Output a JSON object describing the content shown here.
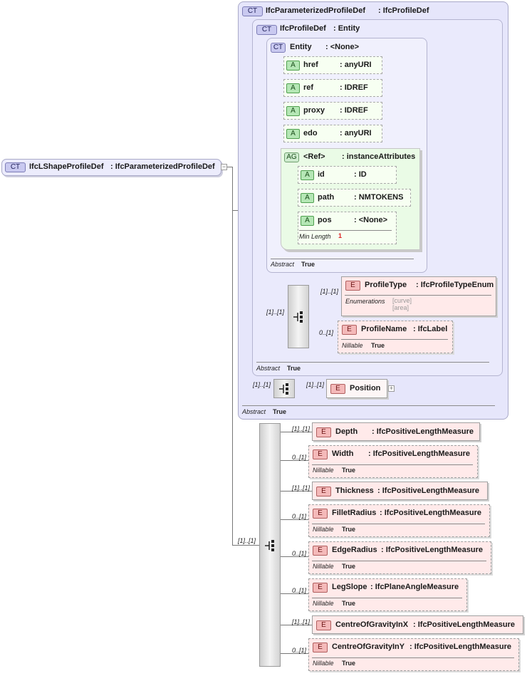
{
  "root": {
    "badge": "CT",
    "name": "IfcLShapeProfileDef",
    "type": ": IfcParameterizedProfileDef"
  },
  "param": {
    "badge": "CT",
    "name": "IfcParameterizedProfileDef",
    "type": ": IfcProfileDef",
    "abstract_label": "Abstract",
    "abstract_value": "True"
  },
  "profiledef": {
    "badge": "CT",
    "name": "IfcProfileDef",
    "type": ": Entity",
    "abstract_label": "Abstract",
    "abstract_value": "True"
  },
  "entity": {
    "badge": "CT",
    "name": "Entity",
    "type": ": <None>",
    "abstract_label": "Abstract",
    "abstract_value": "True"
  },
  "attributes": [
    {
      "badge": "A",
      "name": "href",
      "type": ": anyURI"
    },
    {
      "badge": "A",
      "name": "ref",
      "type": ": IDREF"
    },
    {
      "badge": "A",
      "name": "proxy",
      "type": ": IDREF"
    },
    {
      "badge": "A",
      "name": "edo",
      "type": ": anyURI"
    }
  ],
  "attr_group": {
    "badge": "AG",
    "name": "<Ref>",
    "type": ": instanceAttributes",
    "items": [
      {
        "badge": "A",
        "name": "id",
        "type": ": ID"
      },
      {
        "badge": "A",
        "name": "path",
        "type": ": NMTOKENS"
      },
      {
        "badge": "A",
        "name": "pos",
        "type": ": <None>",
        "min_label": "Min Length",
        "min_value": "1"
      }
    ]
  },
  "profile_seq_card": "[1]..[1]",
  "profile_type": {
    "badge": "E",
    "name": "ProfileType",
    "type": ": IfcProfileTypeEnum",
    "card": "[1]..[1]",
    "enum_label": "Enumerations",
    "enum_values": [
      "[curve]",
      "[area]"
    ]
  },
  "profile_name": {
    "badge": "E",
    "name": "ProfileName",
    "type": ": IfcLabel",
    "card": "0..[1]",
    "nillable_label": "Nillable",
    "nillable_value": "True"
  },
  "position_seq_card": "[1]..[1]",
  "position": {
    "badge": "E",
    "name": "Position",
    "card": "[1]..[1]"
  },
  "main_seq_card": "[1]..[1]",
  "elements": [
    {
      "badge": "E",
      "name": "Depth",
      "type": ": IfcPositiveLengthMeasure",
      "card": "[1]..[1]"
    },
    {
      "badge": "E",
      "name": "Width",
      "type": ": IfcPositiveLengthMeasure",
      "card": "0..[1]",
      "nillable_label": "Nillable",
      "nillable_value": "True"
    },
    {
      "badge": "E",
      "name": "Thickness",
      "type": ": IfcPositiveLengthMeasure",
      "card": "[1]..[1]"
    },
    {
      "badge": "E",
      "name": "FilletRadius",
      "type": ": IfcPositiveLengthMeasure",
      "card": "0..[1]",
      "nillable_label": "Nillable",
      "nillable_value": "True"
    },
    {
      "badge": "E",
      "name": "EdgeRadius",
      "type": ": IfcPositiveLengthMeasure",
      "card": "0..[1]",
      "nillable_label": "Nillable",
      "nillable_value": "True"
    },
    {
      "badge": "E",
      "name": "LegSlope",
      "type": ": IfcPlaneAngleMeasure",
      "card": "0..[1]",
      "nillable_label": "Nillable",
      "nillable_value": "True"
    },
    {
      "badge": "E",
      "name": "CentreOfGravityInX",
      "type": ": IfcPositiveLengthMeasure",
      "card": "[1]..[1]"
    },
    {
      "badge": "E",
      "name": "CentreOfGravityInY",
      "type": ": IfcPositiveLengthMeasure",
      "card": "0..[1]",
      "nillable_label": "Nillable",
      "nillable_value": "True"
    }
  ],
  "icons": {
    "expand": "minus-toggle",
    "collapsed": "plus-toggle",
    "sequence": "sequence-icon"
  }
}
